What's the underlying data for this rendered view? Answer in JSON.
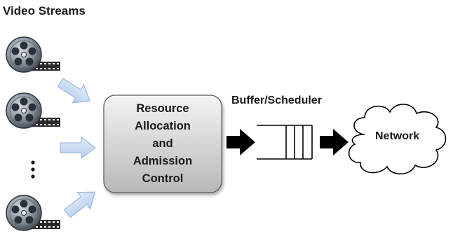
{
  "title": "Video Streams",
  "process_box": {
    "lines": [
      "Resource",
      "Allocation",
      "and",
      "Admission",
      "Control"
    ]
  },
  "buffer": {
    "label": "Buffer/Scheduler"
  },
  "network": {
    "label": "Network"
  },
  "ellipsis": "⋮",
  "colors": {
    "arrow_blue": "#c9dcf3",
    "arrow_blue_stroke": "#9cb9dc",
    "box_fill_top": "#f2f2f2",
    "box_fill_bottom": "#bdbdbd",
    "black_arrow": "#000000"
  },
  "icons": [
    "film-reel-icon",
    "film-reel-icon",
    "film-reel-icon"
  ]
}
